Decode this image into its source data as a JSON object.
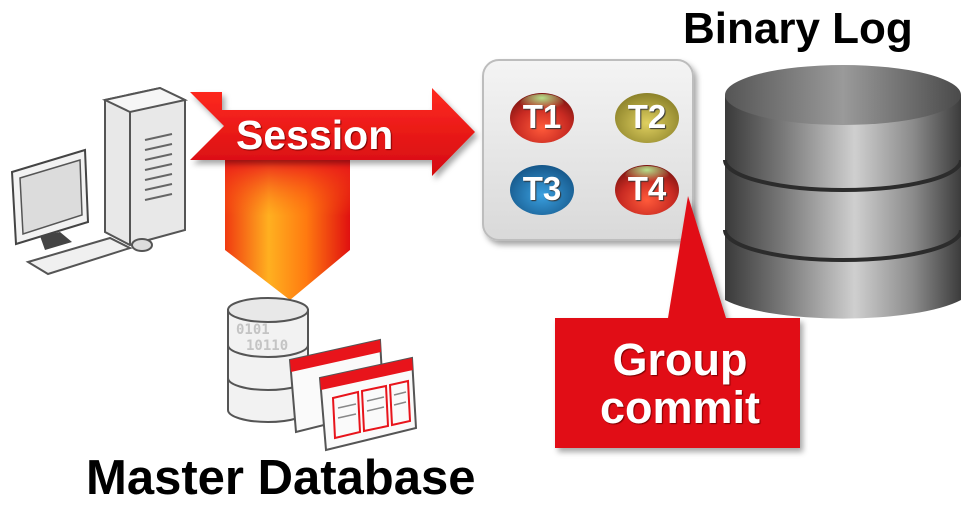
{
  "binary_log": {
    "title": "Binary Log"
  },
  "session": {
    "label": "Session"
  },
  "transactions": [
    {
      "label": "T1",
      "color": "#c8362e"
    },
    {
      "label": "T2",
      "color": "#b3a63a"
    },
    {
      "label": "T3",
      "color": "#1f6fa8"
    },
    {
      "label": "T4",
      "color": "#c8362e"
    }
  ],
  "group_commit": {
    "line1": "Group",
    "line2": "commit"
  },
  "master_database": {
    "title": "Master Database"
  },
  "colors": {
    "accent_red": "#e8141b",
    "callout_red": "#e10e14"
  }
}
